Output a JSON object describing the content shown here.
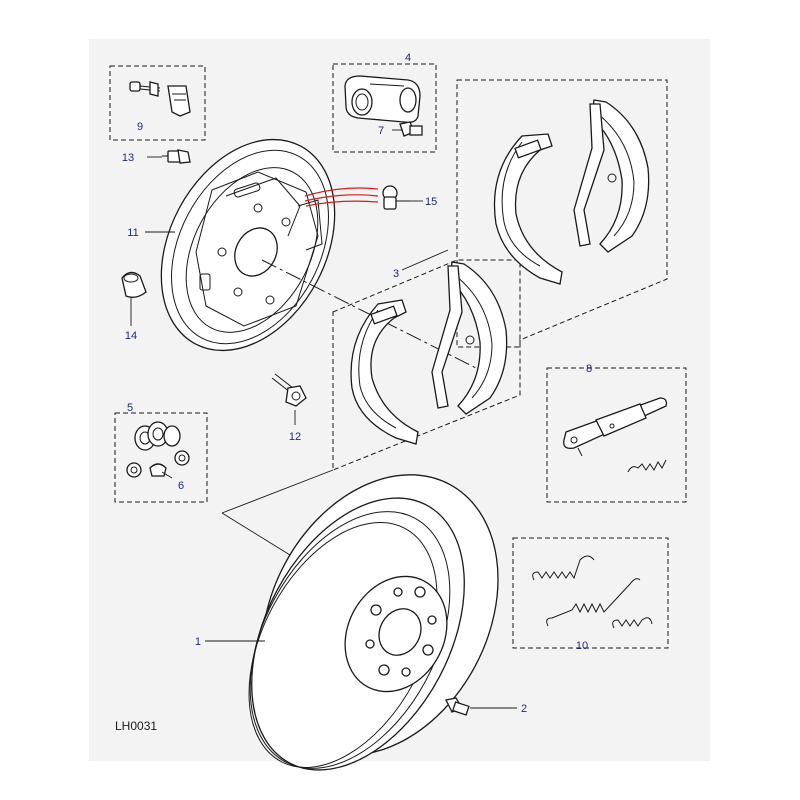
{
  "figure_code": "LH0031",
  "callouts": [
    {
      "id": "1",
      "text": "1"
    },
    {
      "id": "2",
      "text": "2"
    },
    {
      "id": "3",
      "text": "3"
    },
    {
      "id": "4",
      "text": "4"
    },
    {
      "id": "5",
      "text": "5"
    },
    {
      "id": "6",
      "text": "6"
    },
    {
      "id": "7",
      "text": "7"
    },
    {
      "id": "8",
      "text": "8"
    },
    {
      "id": "9",
      "text": "9"
    },
    {
      "id": "10",
      "text": "10"
    },
    {
      "id": "11",
      "text": "11"
    },
    {
      "id": "12",
      "text": "12"
    },
    {
      "id": "13",
      "text": "13"
    },
    {
      "id": "14",
      "text": "14"
    },
    {
      "id": "15",
      "text": "15"
    }
  ],
  "colors": {
    "callout_text": "#1f2a7a",
    "line": "#1a1a1a",
    "brake_pipe": "#d41f1f",
    "panel_bg": "#f3f3f3"
  }
}
